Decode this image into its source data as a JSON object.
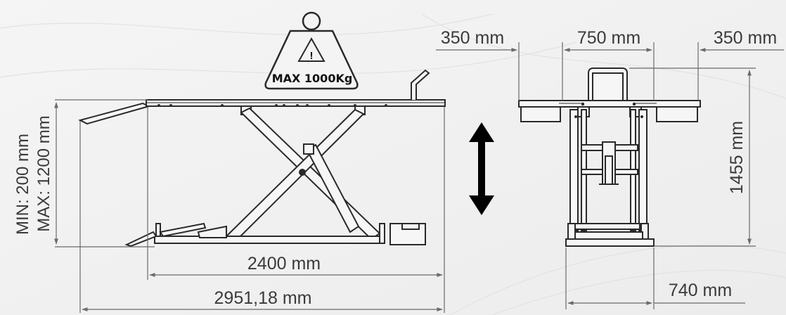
{
  "weight": {
    "icon_mark": "!",
    "label": "MAX 1000Kg"
  },
  "height_range": {
    "min": "MIN: 200 mm",
    "max": "MAX: 1200 mm"
  },
  "dimensions": {
    "platform_length": "2400 mm",
    "total_length": "2951,18 mm",
    "side_extension_left": "350 mm",
    "center_width": "750 mm",
    "side_extension_right": "350 mm",
    "overall_height": "1455 mm",
    "base_width": "740 mm"
  },
  "colors": {
    "background": "#f2f2f2",
    "line": "#2a2a2a",
    "dimension": "#6a6a6a",
    "text": "#3a3a3a",
    "arrow": "#000000"
  },
  "icons": {
    "weight": "weight-icon",
    "arrow": "double-arrow-vertical-icon"
  }
}
